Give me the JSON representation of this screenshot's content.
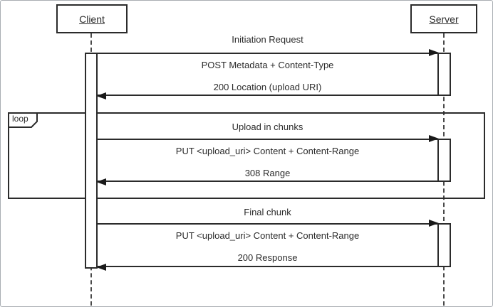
{
  "diagram": {
    "type": "sequence-diagram",
    "actors": {
      "client": "Client",
      "server": "Server"
    },
    "loop": {
      "label": "loop"
    },
    "sections": [
      {
        "heading": "Initiation Request",
        "request": "POST Metadata + Content-Type",
        "response": "200 Location (upload URI)",
        "in_loop": false
      },
      {
        "heading": "Upload in chunks",
        "request": "PUT <upload_uri> Content + Content-Range",
        "response": "308 Range",
        "in_loop": true
      },
      {
        "heading": "Final chunk",
        "request": "PUT <upload_uri> Content + Content-Range",
        "response": "200 Response",
        "in_loop": false
      }
    ],
    "colors": {
      "line": "#2b2b2b",
      "arrow": "#1a1a1a",
      "lifeline": "#4a4a4a",
      "background": "#ffffff",
      "outer_border": "#a9aeb3"
    }
  }
}
